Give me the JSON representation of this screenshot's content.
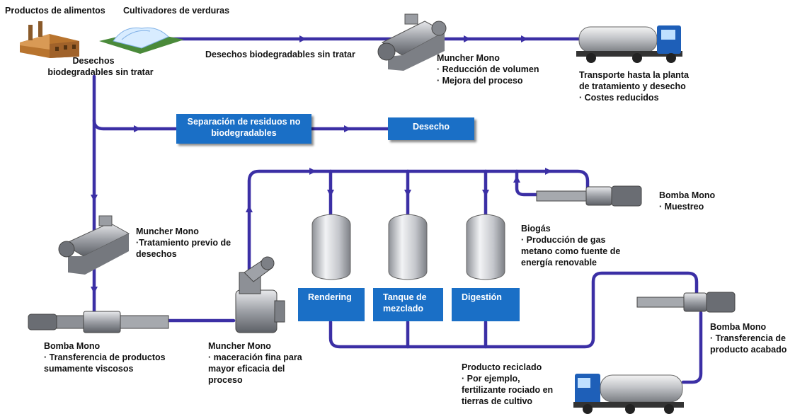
{
  "labels": {
    "food_products": "Productos de alimentos",
    "vegetable_growers": "Cultivadores de verduras",
    "raw_waste_left": [
      "Desechos",
      "biodegradables sin tratar"
    ],
    "raw_waste_top": "Desechos biodegradables sin tratar",
    "muncher_top": [
      "Muncher Mono",
      "· Reducción de volumen",
      "· Mejora del proceso"
    ],
    "transport": [
      "Transporte hasta la planta",
      "de tratamiento y desecho",
      "· Costes reducidos"
    ],
    "muncher_pre": [
      "Muncher Mono",
      "·Tratamiento previo de",
      "desechos"
    ],
    "pump_viscous": [
      "Bomba Mono",
      "· Transferencia de productos",
      "sumamente viscosos"
    ],
    "muncher_fine": [
      "Muncher Mono",
      "· maceración fina para",
      "mayor eficacia del",
      "proceso"
    ],
    "pump_sampling": [
      "Bomba Mono",
      "· Muestreo"
    ],
    "biogas": [
      "Biogás",
      "· Producción de gas",
      "metano como fuente de",
      "energía renovable"
    ],
    "pump_finished": [
      "Bomba Mono",
      "· Transferencia de",
      "producto acabado"
    ],
    "recycled": [
      "Producto reciclado",
      "· Por ejemplo,",
      "fertilizante rociado en",
      "tierras de cultivo"
    ]
  },
  "boxes": {
    "separation": [
      "Separación de residuos no",
      "biodegradables"
    ],
    "disposal": "Desecho",
    "rendering": "Rendering",
    "mixing_tank": [
      "Tanque de",
      "mezclado"
    ],
    "digestion": "Digestión"
  },
  "colors": {
    "pipe": "#3a2f9e",
    "box": "#1a6fc6",
    "tank": "#c9cbd0"
  }
}
